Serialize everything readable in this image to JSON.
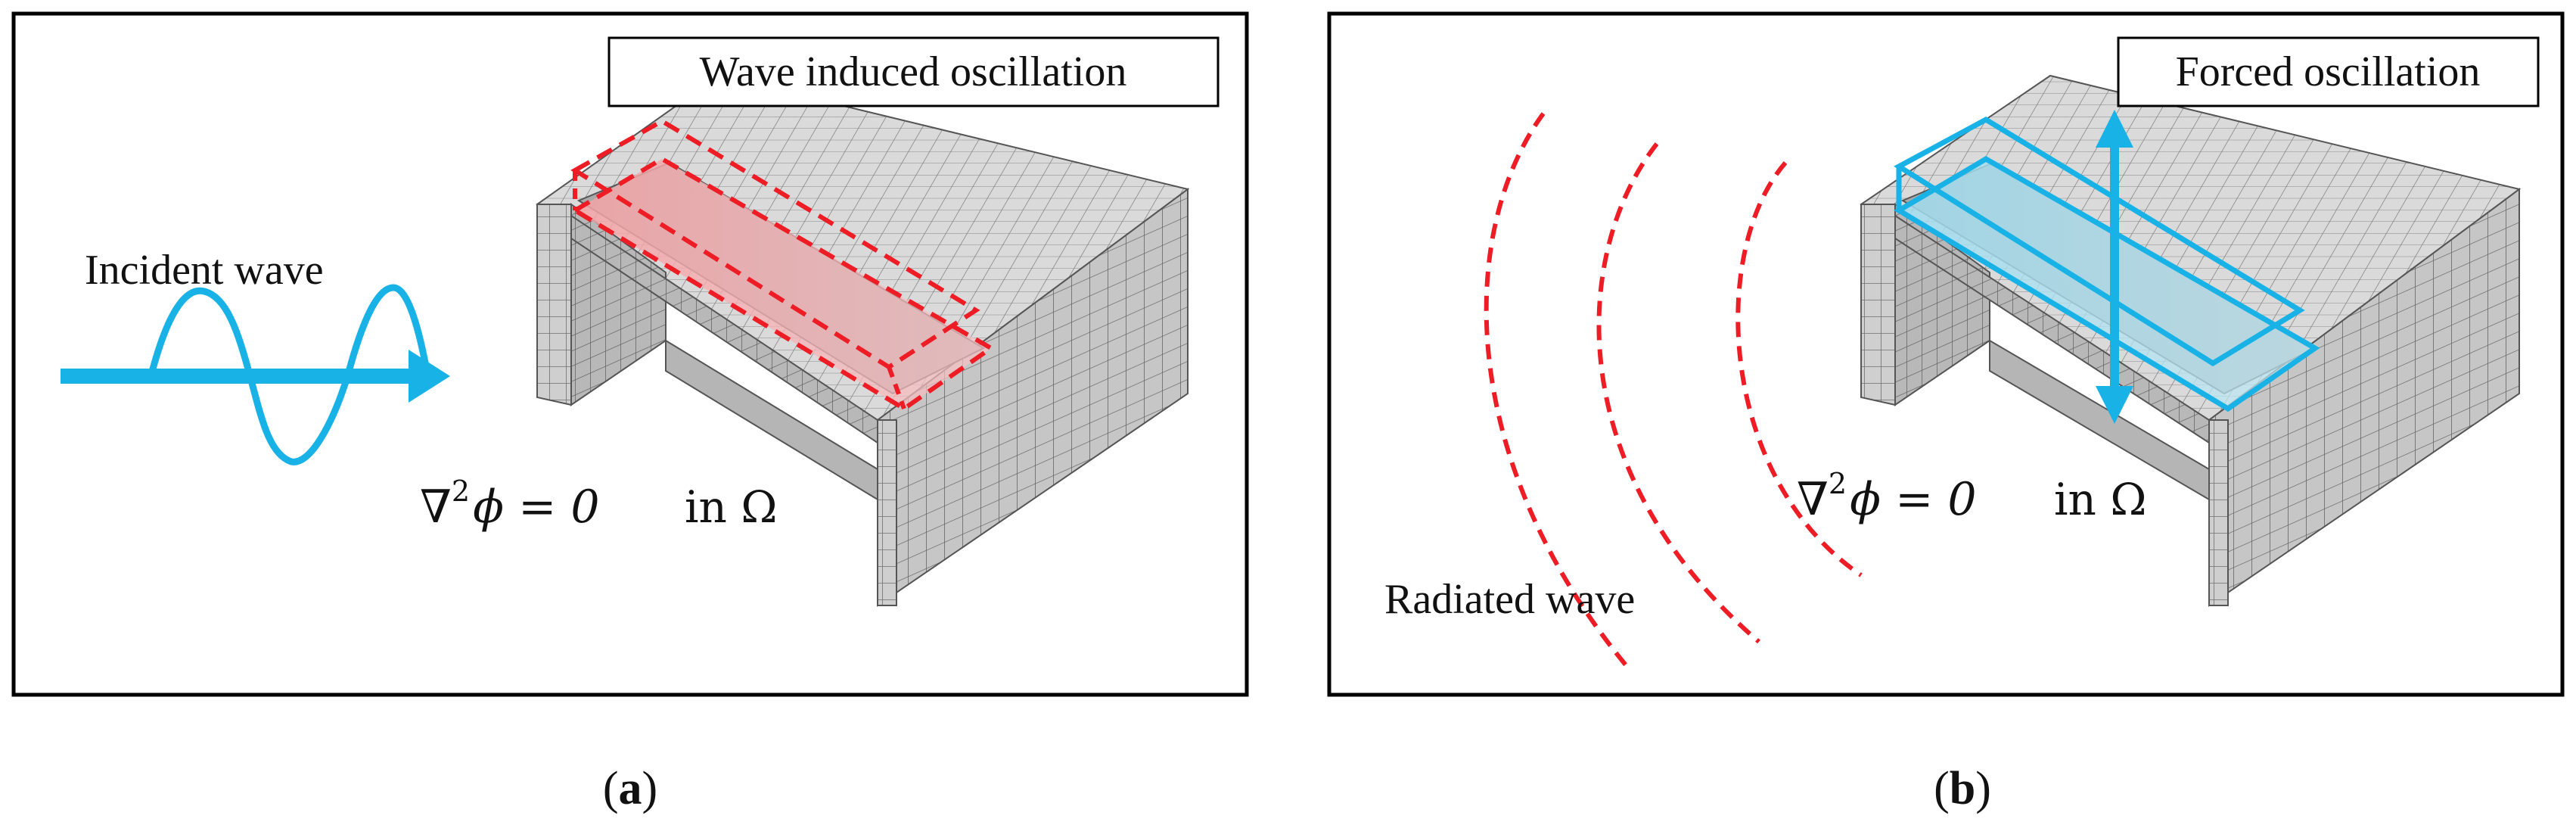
{
  "panel_a": {
    "title": "Wave induced oscillation",
    "incident_label": "Incident wave",
    "equation": {
      "op": "∇",
      "exp": "2",
      "rhs": "ϕ = 0",
      "domain_label": "in Ω"
    },
    "caption_open": "(",
    "caption_letter": "a",
    "caption_close": ")"
  },
  "panel_b": {
    "title": "Forced oscillation",
    "radiated_label": "Radiated wave",
    "equation": {
      "op": "∇",
      "exp": "2",
      "rhs": "ϕ = 0",
      "domain_label": "in Ω"
    },
    "caption_open": "(",
    "caption_letter": "b",
    "caption_close": ")"
  },
  "colors": {
    "blue": "#19b2e6",
    "red": "#ee1c25",
    "mesh_light": "#d9d9d9",
    "mesh_mid": "#c9c9c9",
    "mesh_dark": "#bdbdbd",
    "frame": "#000000"
  }
}
